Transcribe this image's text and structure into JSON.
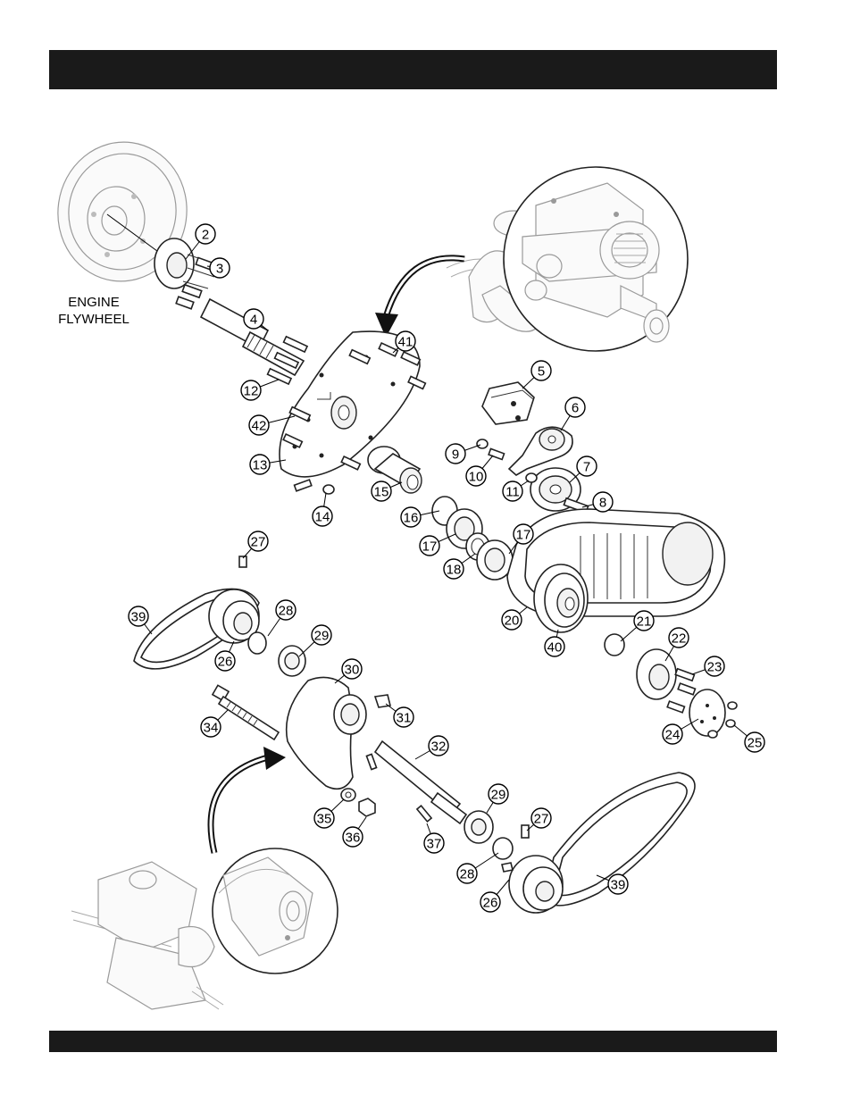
{
  "labels": {
    "engine_flywheel_line1": "ENGINE",
    "engine_flywheel_line2": "FLYWHEEL"
  },
  "callouts": [
    "2",
    "3",
    "4",
    "41",
    "5",
    "6",
    "12",
    "42",
    "9",
    "10",
    "11",
    "7",
    "8",
    "13",
    "15",
    "14",
    "16",
    "17",
    "17",
    "18",
    "20",
    "40",
    "21",
    "22",
    "23",
    "24",
    "25",
    "27",
    "39",
    "28",
    "26",
    "29",
    "30",
    "31",
    "34",
    "32",
    "35",
    "36",
    "37",
    "29",
    "27",
    "28",
    "26",
    "39"
  ],
  "colors": {
    "band": "#1a1a1a",
    "line": "#222222",
    "faded": "#9a9a9a"
  }
}
